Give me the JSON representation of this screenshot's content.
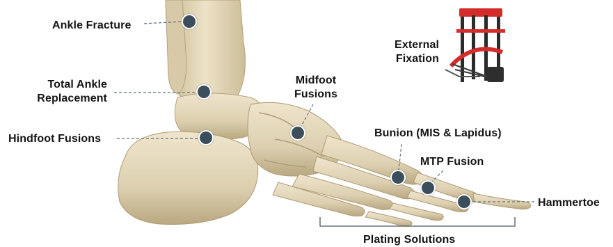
{
  "labels": {
    "ankle_fracture": "Ankle Fracture",
    "total_ankle_replacement": [
      "Total Ankle",
      "Replacement"
    ],
    "hindfoot_fusions": "Hindfoot Fusions",
    "midfoot_fusions": [
      "Midfoot",
      "Fusions"
    ],
    "external_fixation": [
      "External",
      "Fixation"
    ],
    "bunion": "Bunion (MIS & Lapidus)",
    "mtp_fusion": "MTP Fusion",
    "hammertoe": "Hammertoe",
    "plating_solutions": "Plating Solutions"
  },
  "colors": {
    "marker_fill": "#3c4e5c",
    "marker_border": "#ffffff",
    "leader_line": "#5b6e7a",
    "label_text": "#141414",
    "bone": "#ddd0b1",
    "bone_shadow": "#b9a880",
    "fixator_red": "#d42b2b"
  }
}
